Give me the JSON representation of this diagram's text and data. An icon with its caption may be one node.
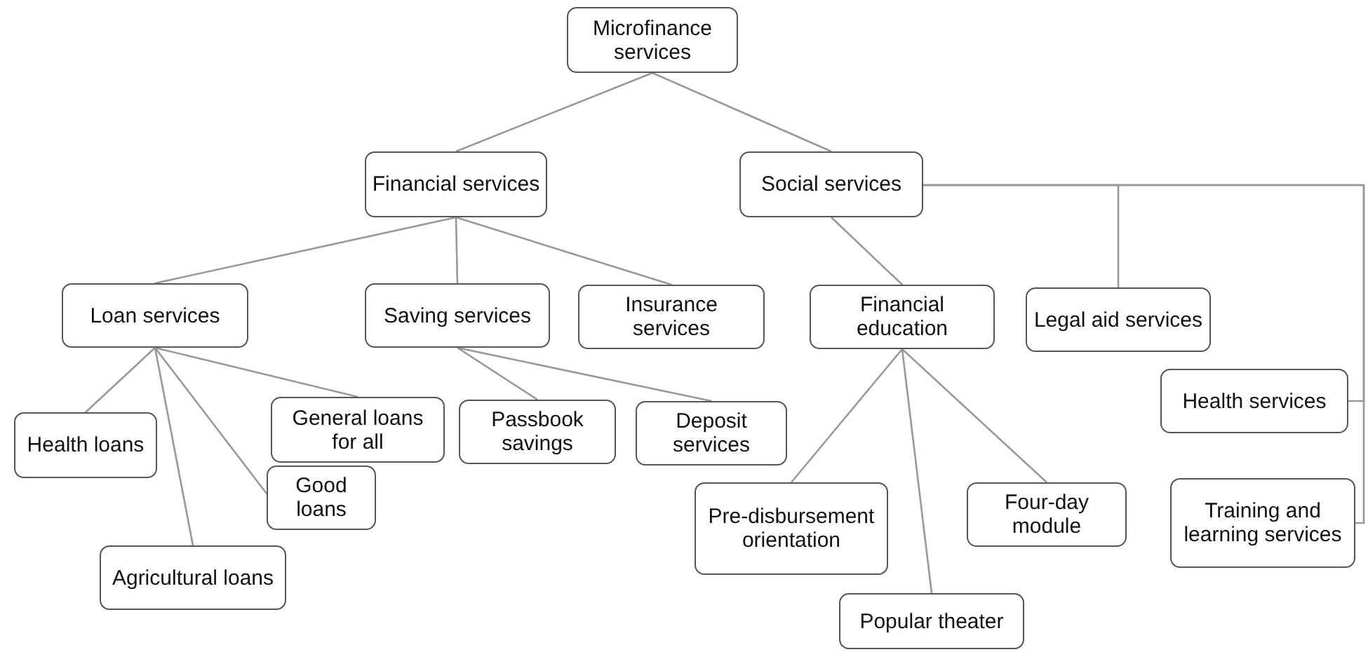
{
  "diagram": {
    "nodes": [
      {
        "text": [
          "Microfinance services"
        ]
      },
      {
        "text": [
          "Financial services"
        ]
      },
      {
        "text": [
          "Social services"
        ]
      },
      {
        "text": [
          "Loan services"
        ]
      },
      {
        "text": [
          "Saving services"
        ]
      },
      {
        "text": [
          "Insurance services"
        ]
      },
      {
        "text": [
          "Financial education"
        ]
      },
      {
        "text": [
          "Legal aid services"
        ]
      },
      {
        "text": [
          "Health loans"
        ]
      },
      {
        "text": [
          "General loans for all"
        ]
      },
      {
        "text": [
          "Good loans"
        ]
      },
      {
        "text": [
          "Agricultural loans"
        ]
      },
      {
        "text": [
          "Passbook savings"
        ]
      },
      {
        "text": [
          "Deposit services"
        ]
      },
      {
        "text": [
          "Health services"
        ]
      },
      {
        "text": [
          "Pre-disbursement orientation"
        ]
      },
      {
        "text": [
          "Popular theater"
        ]
      },
      {
        "text": [
          "Four-day module"
        ]
      },
      {
        "text": [
          "Training and learning services"
        ]
      }
    ],
    "edges": [
      {
        "from": 0,
        "to": 1,
        "arrow": "none"
      },
      {
        "from": 0,
        "to": 2,
        "arrow": "none"
      },
      {
        "from": 1,
        "to": 3,
        "arrow": "none"
      },
      {
        "from": 1,
        "to": 4,
        "arrow": "none"
      },
      {
        "from": 1,
        "to": 5,
        "arrow": "none"
      },
      {
        "from": 2,
        "to": 6,
        "arrow": "none"
      },
      {
        "from": 2,
        "to": 7,
        "arrow": "none"
      },
      {
        "from": 2,
        "to": 14,
        "arrow": "none"
      },
      {
        "from": 2,
        "to": 18,
        "arrow": "none"
      },
      {
        "from": 3,
        "to": 8,
        "arrow": "none"
      },
      {
        "from": 3,
        "to": 11,
        "arrow": "none"
      },
      {
        "from": 3,
        "to": 10,
        "arrow": "none"
      },
      {
        "from": 3,
        "to": 9,
        "arrow": "none"
      },
      {
        "from": 4,
        "to": 12,
        "arrow": "none"
      },
      {
        "from": 4,
        "to": 13,
        "arrow": "none"
      },
      {
        "from": 6,
        "to": 15,
        "arrow": "none"
      },
      {
        "from": 6,
        "to": 16,
        "arrow": "none"
      },
      {
        "from": 6,
        "to": 17,
        "arrow": "none"
      }
    ]
  }
}
